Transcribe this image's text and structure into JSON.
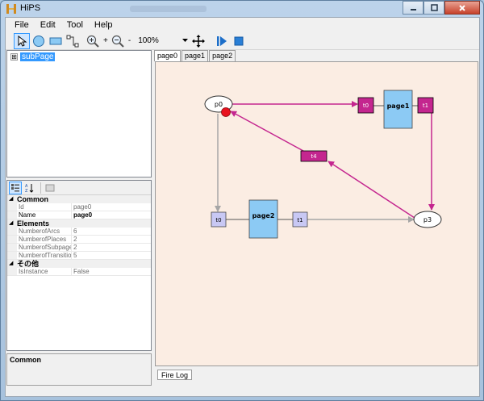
{
  "window": {
    "title": "HiPS"
  },
  "menu": [
    "File",
    "Edit",
    "Tool",
    "Help"
  ],
  "toolbar": {
    "zoom": "100%",
    "zoom_in_label": "+",
    "zoom_out_label": "-"
  },
  "tree": {
    "root_label": "subPage",
    "expander": "⊞"
  },
  "properties": {
    "categories": [
      {
        "name": "Common",
        "rows": [
          {
            "name": "Id",
            "value": "page0"
          },
          {
            "name": "Name",
            "value": "page0"
          }
        ]
      },
      {
        "name": "Elements",
        "rows": [
          {
            "name": "NumberofArcs",
            "value": "6"
          },
          {
            "name": "NumberofPlaces",
            "value": "2"
          },
          {
            "name": "NumberofSubpages",
            "value": "2"
          },
          {
            "name": "NumberofTransitions",
            "value": "5"
          }
        ]
      },
      {
        "name": "その他",
        "rows": [
          {
            "name": "IsInstance",
            "value": "False"
          }
        ]
      }
    ],
    "description_title": "Common"
  },
  "tabs": [
    "page0",
    "page1",
    "page2"
  ],
  "bottom_tab": "Fire Log",
  "diagram": {
    "places": [
      "p0",
      "p3"
    ],
    "transitions_magenta": [
      "t0",
      "t1",
      "t4"
    ],
    "transitions_lavender": [
      "t0",
      "t1"
    ],
    "subpages": [
      "page1",
      "page2"
    ],
    "colors": {
      "canvas": "#fbede3",
      "magenta": "#c4268f",
      "lavender": "#c8c8f4",
      "subpage": "#8ccaf4",
      "token": "#e8121e",
      "gray_arc": "#a6a6a6"
    }
  }
}
